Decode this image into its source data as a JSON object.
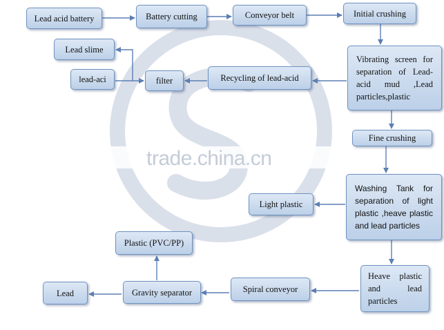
{
  "watermark": {
    "text": "trade.china.cn"
  },
  "nodes": {
    "lead_acid_battery": "Lead acid battery",
    "battery_cutting": "Battery cutting",
    "conveyor_belt": "Conveyor belt",
    "initial_crushing": "Initial crushing",
    "vibrating_screen": "Vibrating screen for separation of Lead-acid mud ,Lead particles,plastic",
    "recycling_lead_acid": "Recycling of lead-acid",
    "filter": "filter",
    "lead_slime": "Lead slime",
    "lead_aci": "lead-aci",
    "fine_crushing": "Fine crushing",
    "washing_tank": "Washing Tank for separation of light plastic ,heave plastic and lead particles",
    "light_plastic": "Light plastic",
    "heave_plastic": "Heave plastic and lead particles",
    "spiral_conveyor": "Spiral conveyor",
    "gravity_separator": "Gravity separator",
    "plastic_pvc_pp": "Plastic (PVC/PP)",
    "lead": "Lead"
  },
  "colors": {
    "box_fill_top": "#dde8f5",
    "box_fill_bottom": "#bcd0e8",
    "box_border": "#6e92bf",
    "arrow": "#5b7fb4",
    "watermark": "#c4ccd8"
  }
}
